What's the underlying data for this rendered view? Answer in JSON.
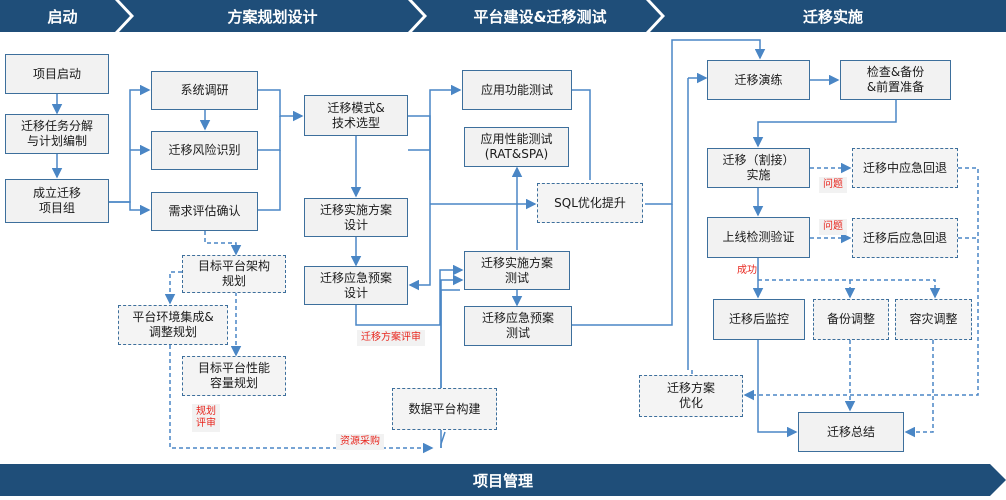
{
  "phases": [
    "启动",
    "方案规划设计",
    "平台建设&迁移测试",
    "迁移实施"
  ],
  "footer": "项目管理",
  "boxes": {
    "project_start": "项目启动",
    "task_breakdown": "迁移任务分解\n与计划编制",
    "team_setup": "成立迁移\n项目组",
    "system_survey": "系统调研",
    "risk_identify": "迁移风险识别",
    "requirement_confirm": "需求评估确认",
    "target_arch": "目标平台架构\n规划",
    "env_integration": "平台环境集成&\n调整规划",
    "capacity_plan": "目标平台性能\n容量规划",
    "migration_mode": "迁移模式&\n技术选型",
    "impl_plan_design": "迁移实施方案\n设计",
    "contingency_design": "迁移应急预案\n设计",
    "func_test": "应用功能测试",
    "perf_test": "应用性能测试\n(RAT&SPA)",
    "sql_opt": "SQL优化提升",
    "impl_plan_test": "迁移实施方案\n测试",
    "contingency_test": "迁移应急预案\n测试",
    "data_platform": "数据平台构建",
    "rehearsal": "迁移演练",
    "check_backup": "检查&备份\n&前置准备",
    "cutover": "迁移（割接）\n实施",
    "fallback_mid": "迁移中应急回退",
    "online_verify": "上线检测验证",
    "fallback_post": "迁移后应急回退",
    "post_monitor": "迁移后监控",
    "backup_adjust": "备份调整",
    "dr_adjust": "容灾调整",
    "plan_optimize": "迁移方案\n优化",
    "summary": "迁移总结"
  },
  "notes": {
    "review_plan": "规划\n评审",
    "resource_purchase": "资源采购",
    "review_migration": "迁移方案评审",
    "issue1": "问题",
    "issue2": "问题",
    "success": "成功"
  },
  "colors": {
    "banner": "#1f4e79",
    "border": "#3d6f9c",
    "line": "#4a86c5",
    "note": "#e8271f"
  }
}
